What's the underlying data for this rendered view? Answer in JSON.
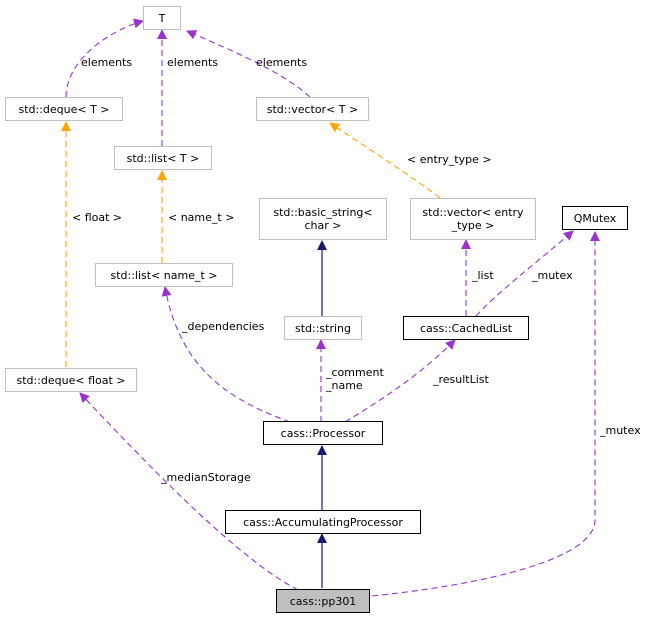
{
  "nodes": {
    "t": "T",
    "deque_t": "std::deque< T >",
    "vector_t": "std::vector< T >",
    "list_t": "std::list< T >",
    "basic_string": "std::basic_string<\nchar >",
    "vector_entry": "std::vector< entry\n_type >",
    "qmutex": "QMutex",
    "list_name": "std::list< name_t >",
    "std_string": "std::string",
    "cached_list": "cass::CachedList",
    "deque_float": "std::deque< float >",
    "processor": "cass::Processor",
    "accumulating": "cass::AccumulatingProcessor",
    "pp301": "cass::pp301"
  },
  "edge_labels": {
    "elements_deque": "elements",
    "elements_list": "elements",
    "elements_vector": "elements",
    "entry_type": "< entry_type >",
    "float_tmpl": "< float >",
    "name_t_tmpl": "< name_t >",
    "list_member": "_list",
    "mutex_cached": "_mutex",
    "dependencies": "_dependencies",
    "comment_name": "_comment\n_name",
    "result_list": "_resultList",
    "mutex_pp": "_mutex",
    "median_storage": "_medianStorage"
  },
  "colors": {
    "inheritance": "#191970",
    "usage": "#9a32cd",
    "template": "#ffa500",
    "external_border": "#bfbfbf",
    "current_fill": "#bfbfbf"
  }
}
